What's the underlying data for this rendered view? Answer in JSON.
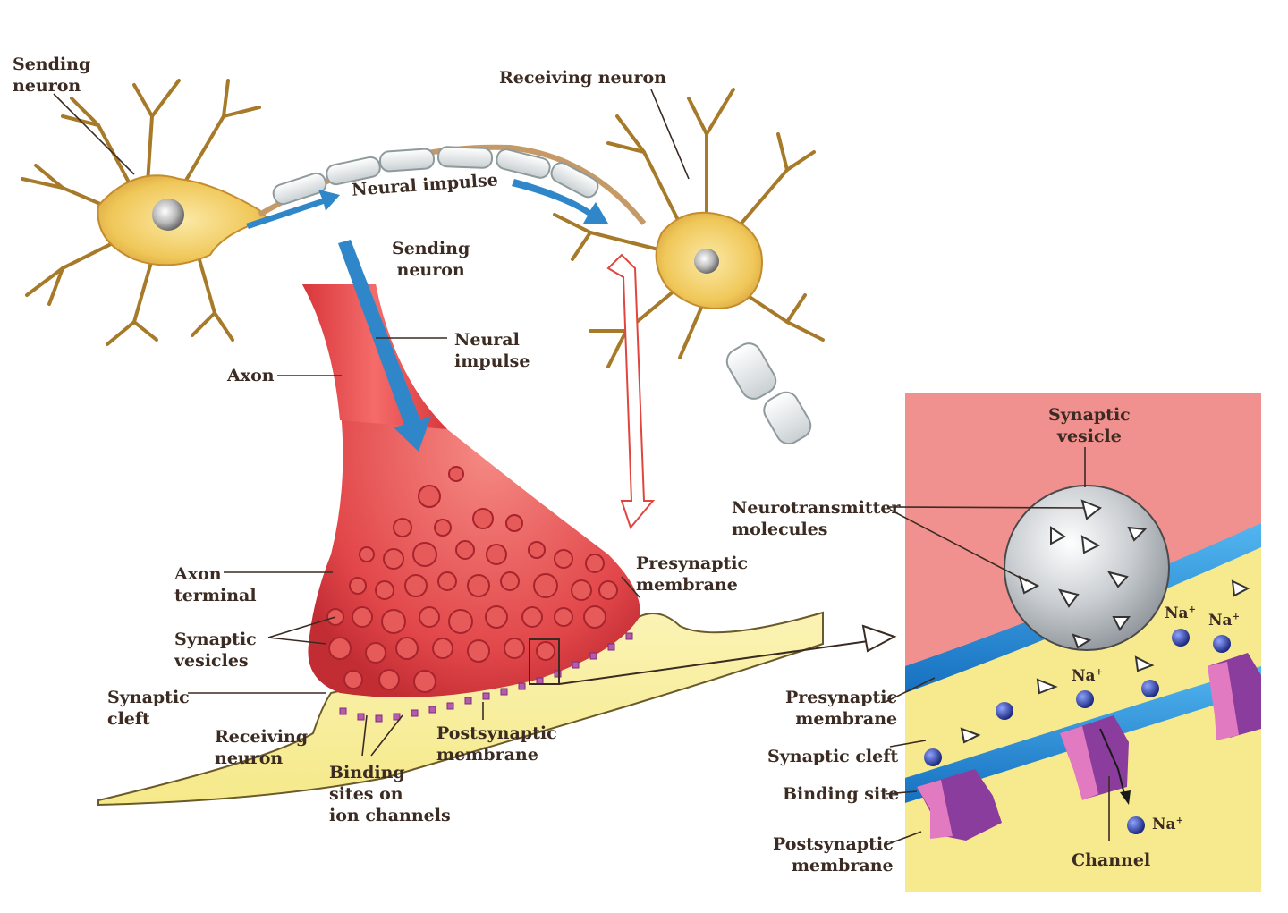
{
  "labels": {
    "sending_neuron_top": [
      "Sending",
      "neuron"
    ],
    "receiving_neuron_top": "Receiving neuron",
    "neural_impulse_top": "Neural impulse",
    "sending_neuron_mid": [
      "Sending",
      "neuron"
    ],
    "neural_impulse_mid": [
      "Neural",
      "impulse"
    ],
    "axon": "Axon",
    "axon_terminal": [
      "Axon",
      "terminal"
    ],
    "synaptic_vesicles": [
      "Synaptic",
      "vesicles"
    ],
    "synaptic_cleft": [
      "Synaptic",
      "cleft"
    ],
    "receiving_neuron_bottom": [
      "Receiving",
      "neuron"
    ],
    "binding_sites": [
      "Binding",
      "sites on",
      "ion channels"
    ],
    "postsynaptic_membrane": [
      "Postsynaptic",
      "membrane"
    ],
    "presynaptic_membrane": [
      "Presynaptic",
      "membrane"
    ]
  },
  "inset": {
    "synaptic_vesicle": [
      "Synaptic",
      "vesicle"
    ],
    "neurotransmitter_molecules": [
      "Neurotransmitter",
      "molecules"
    ],
    "presynaptic_membrane": [
      "Presynaptic",
      "membrane"
    ],
    "synaptic_cleft": "Synaptic cleft",
    "binding_site": "Binding site",
    "postsynaptic_membrane": [
      "Postsynaptic",
      "membrane"
    ],
    "channel": "Channel",
    "ion": "Na",
    "ion_charge": "+"
  },
  "colors": {
    "neuron_body": "#f0c85a",
    "axon_red": "#e2474a",
    "receiving_yellow": "#f7ec9a",
    "membrane_blue": "#1e8fd6",
    "inset_pink": "#f09090",
    "channel_pink": "#e27ac2",
    "channel_purple": "#8a3d9c",
    "ion_blue": "#2f3f9f",
    "arrow_blue": "#2f86c8"
  }
}
